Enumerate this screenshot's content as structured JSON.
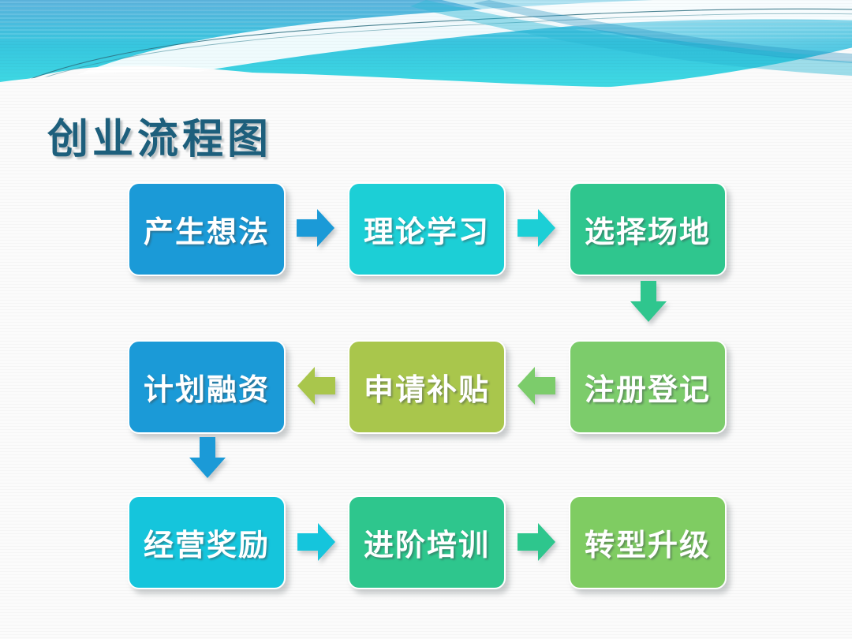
{
  "slide": {
    "title": "创业流程图",
    "title_color": "#1d5f7c",
    "background_color": "#fbfbfb"
  },
  "header": {
    "name": "decorative-wave-banner",
    "gradient_top": "#2aa3d6",
    "gradient_bottom": "#35d6e0",
    "wave_color": "#ffffff"
  },
  "flow": {
    "rows": [
      {
        "row_index": 1,
        "nodes": [
          {
            "label": "产生想法",
            "color": "#1b9ad7",
            "style": "n-blue"
          },
          {
            "label": "理论学习",
            "color": "#1ccfd6",
            "style": "n-cyan"
          },
          {
            "label": "选择场地",
            "color": "#2fc68e",
            "style": "n-green"
          }
        ]
      },
      {
        "row_index": 2,
        "nodes": [
          {
            "label": "计划融资",
            "color": "#1b9ad7",
            "style": "n-blue"
          },
          {
            "label": "申请补贴",
            "color": "#a9c64c",
            "style": "n-olive"
          },
          {
            "label": "注册登记",
            "color": "#7ccc6b",
            "style": "n-lightgrn"
          }
        ]
      },
      {
        "row_index": 3,
        "nodes": [
          {
            "label": "经营奖励",
            "color": "#15c5dc",
            "style": "n-cyan2"
          },
          {
            "label": "进阶培训",
            "color": "#2ec68d",
            "style": "n-green2"
          },
          {
            "label": "转型升级",
            "color": "#7fcc62",
            "style": "n-grass"
          }
        ]
      }
    ],
    "arrows": [
      {
        "name": "arrow-right-icon",
        "direction": "right",
        "color": "#1b9ad7",
        "from": "产生想法",
        "to": "理论学习"
      },
      {
        "name": "arrow-right-icon",
        "direction": "right",
        "color": "#1ccfd6",
        "from": "理论学习",
        "to": "选择场地"
      },
      {
        "name": "arrow-down-icon",
        "direction": "down",
        "color": "#2fc68e",
        "from": "选择场地",
        "to": "注册登记"
      },
      {
        "name": "arrow-left-icon",
        "direction": "left",
        "color": "#a9c64c",
        "from": "申请补贴",
        "to": "计划融资"
      },
      {
        "name": "arrow-left-icon",
        "direction": "left",
        "color": "#7ccc6b",
        "from": "注册登记",
        "to": "申请补贴"
      },
      {
        "name": "arrow-down-icon",
        "direction": "down",
        "color": "#1b9ad7",
        "from": "计划融资",
        "to": "经营奖励"
      },
      {
        "name": "arrow-right-icon",
        "direction": "right",
        "color": "#15c5dc",
        "from": "经营奖励",
        "to": "进阶培训"
      },
      {
        "name": "arrow-right-icon",
        "direction": "right",
        "color": "#2ec68d",
        "from": "进阶培训",
        "to": "转型升级"
      }
    ]
  }
}
